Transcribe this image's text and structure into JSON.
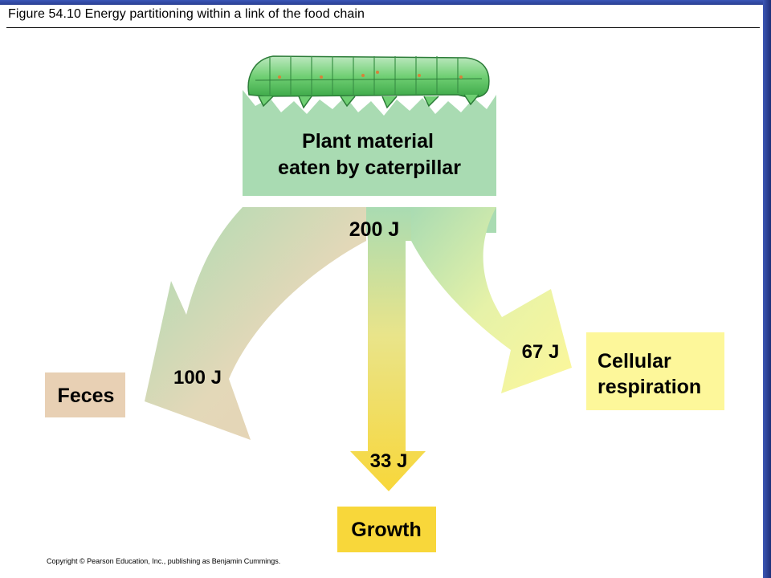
{
  "figure": {
    "title": "Figure 54.10  Energy partitioning within a link of the food chain"
  },
  "source_box": {
    "line1": "Plant material",
    "line2": "eaten by caterpillar",
    "energy": "200 J"
  },
  "outputs": {
    "feces": {
      "label": "Feces",
      "energy": "100 J"
    },
    "growth": {
      "label": "Growth",
      "energy": "33 J"
    },
    "respiration": {
      "line1": "Cellular",
      "line2": "respiration",
      "energy": "67 J"
    }
  },
  "copyright": "Copyright © Pearson Education, Inc., publishing as Benjamin Cummings.",
  "colors": {
    "green": "#a9dbb2",
    "tan": "#e8d0b4",
    "yellow": "#fdf79a",
    "gold": "#f8d73a",
    "caterpillar": "#6fcf73"
  }
}
